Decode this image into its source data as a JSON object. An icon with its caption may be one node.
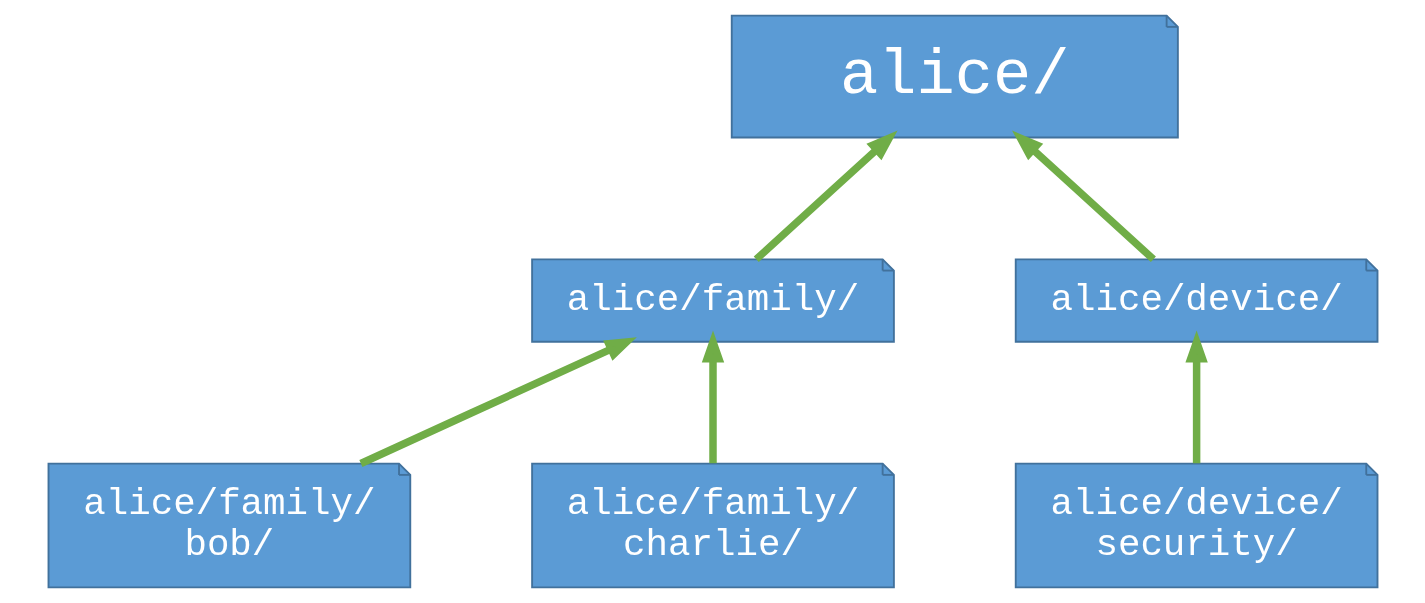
{
  "diagram": {
    "nodes": [
      {
        "text": [
          "alice/"
        ]
      },
      {
        "text": [
          "alice/family/"
        ]
      },
      {
        "text": [
          "alice/device/"
        ]
      },
      {
        "text": [
          "alice/family/ bob/"
        ]
      },
      {
        "text": [
          "alice/family/ charlie/"
        ]
      },
      {
        "text": [
          "alice/device/ security/"
        ]
      }
    ],
    "edges": [
      {
        "from": 1,
        "to": 0,
        "arrow": "to"
      },
      {
        "from": 2,
        "to": 0,
        "arrow": "to"
      },
      {
        "from": 3,
        "to": 1,
        "arrow": "to"
      },
      {
        "from": 4,
        "to": 1,
        "arrow": "to"
      },
      {
        "from": 5,
        "to": 2,
        "arrow": "to"
      }
    ]
  }
}
